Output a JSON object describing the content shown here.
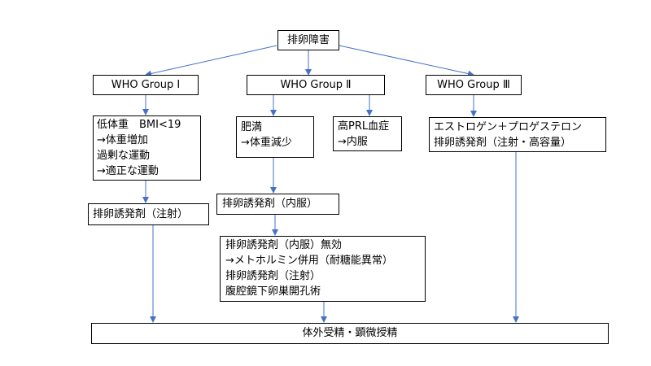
{
  "colors": {
    "border": "#000000",
    "arrow": "#4472C4",
    "background": "#ffffff"
  },
  "nodes": {
    "root": "排卵障害",
    "g1": "WHO Group Ⅰ",
    "g2": "WHO Group Ⅱ",
    "g3": "WHO Group Ⅲ",
    "g1_detail": [
      "低体重　BMI<19",
      "→体重増加",
      "過剰な運動",
      "→適正な運動"
    ],
    "g1_treat": "排卵誘発剤（注射）",
    "g2_obesity": [
      "肥満",
      "→体重減少"
    ],
    "g2_prl": [
      "高PRL血症",
      "→内服"
    ],
    "g2_oral": "排卵誘発剤（内服）",
    "g2_fail": [
      "排卵誘発剤（内服）無効",
      "→メトホルミン併用（耐糖能異常）",
      "排卵誘発剤（注射）",
      "腹腔鏡下卵巣開孔術"
    ],
    "g3_detail": [
      "エストロゲン＋プロゲステロン",
      "排卵誘発剤（注射・高容量）"
    ],
    "final": "体外受精・顕微授精"
  }
}
